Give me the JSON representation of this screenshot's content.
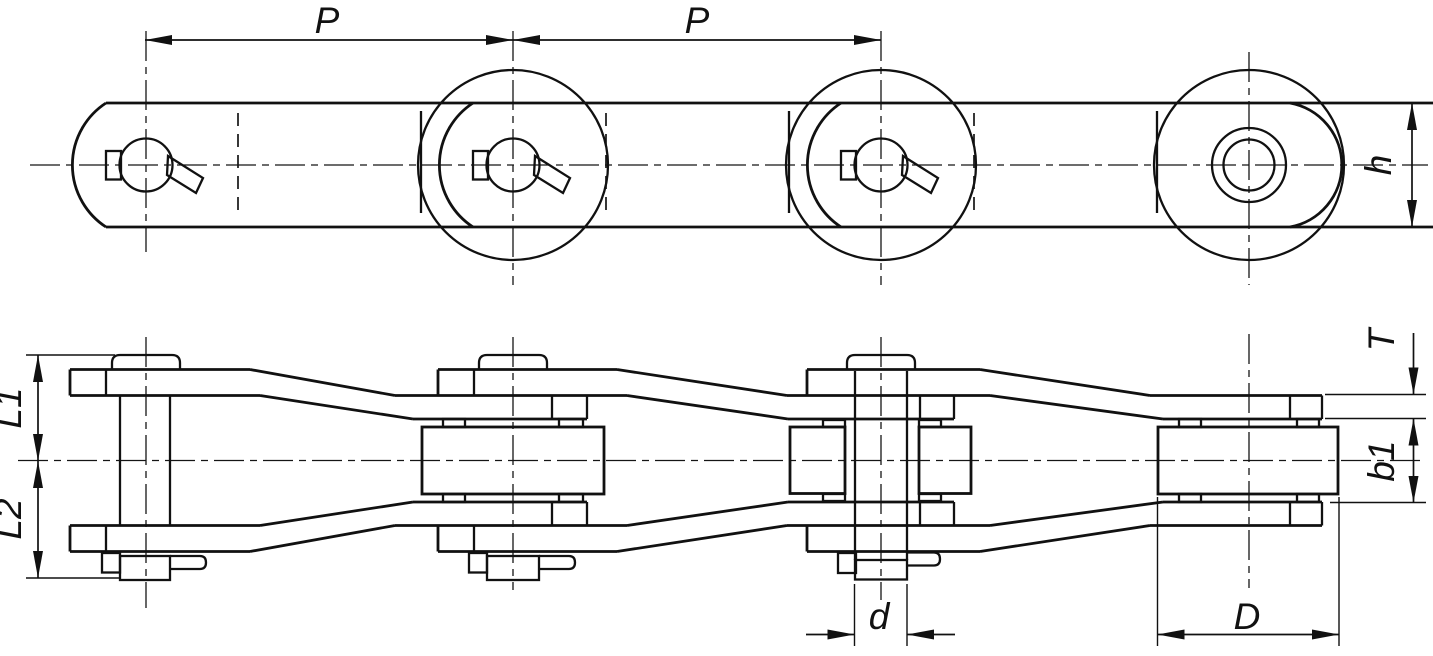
{
  "drawing": {
    "type": "engineering-drawing",
    "subject": "long-pitch conveyor roller chain, two projections",
    "colors": {
      "line": "#111111",
      "background": "#ffffff"
    },
    "side_view": {
      "labels": {
        "pitch_left": "P",
        "pitch_right": "P",
        "plate_height": "h"
      }
    },
    "plan_view": {
      "labels": {
        "l1": "L1",
        "l2": "L2",
        "plate_thickness": "T",
        "inner_width": "b1",
        "pin_diameter": "d",
        "roller_diameter": "D"
      }
    }
  }
}
